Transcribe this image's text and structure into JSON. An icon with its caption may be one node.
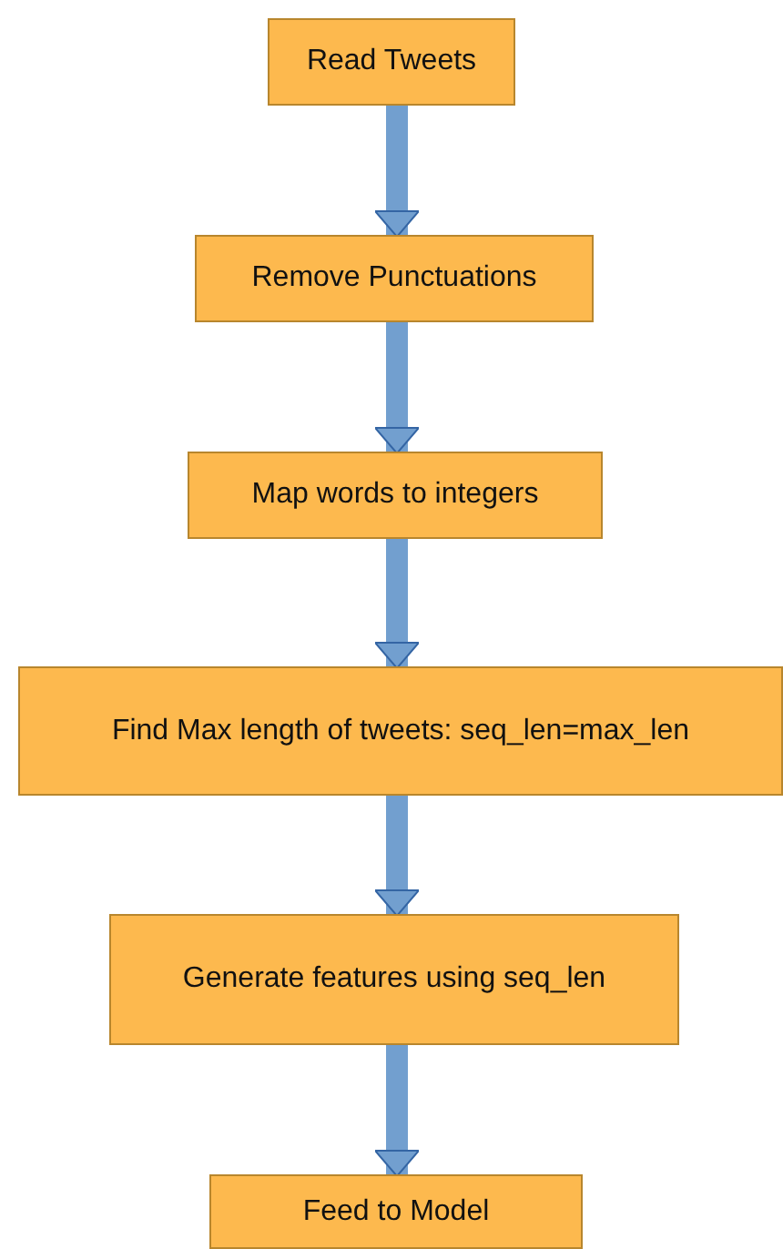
{
  "diagram": {
    "nodes": [
      {
        "text": [
          "Read Tweets"
        ]
      },
      {
        "text": [
          "Remove Punctuations"
        ]
      },
      {
        "text": [
          "Map words to integers"
        ]
      },
      {
        "text": [
          "Find Max length of tweets: seq_len=max_len"
        ]
      },
      {
        "text": [
          "Generate features using seq_len"
        ]
      },
      {
        "text": [
          "Feed to Model"
        ]
      }
    ],
    "edges": [
      {
        "from": 0,
        "to": 1,
        "arrow": "to"
      },
      {
        "from": 1,
        "to": 2,
        "arrow": "to"
      },
      {
        "from": 2,
        "to": 3,
        "arrow": "to"
      },
      {
        "from": 3,
        "to": 4,
        "arrow": "to"
      },
      {
        "from": 4,
        "to": 5,
        "arrow": "to"
      }
    ]
  }
}
